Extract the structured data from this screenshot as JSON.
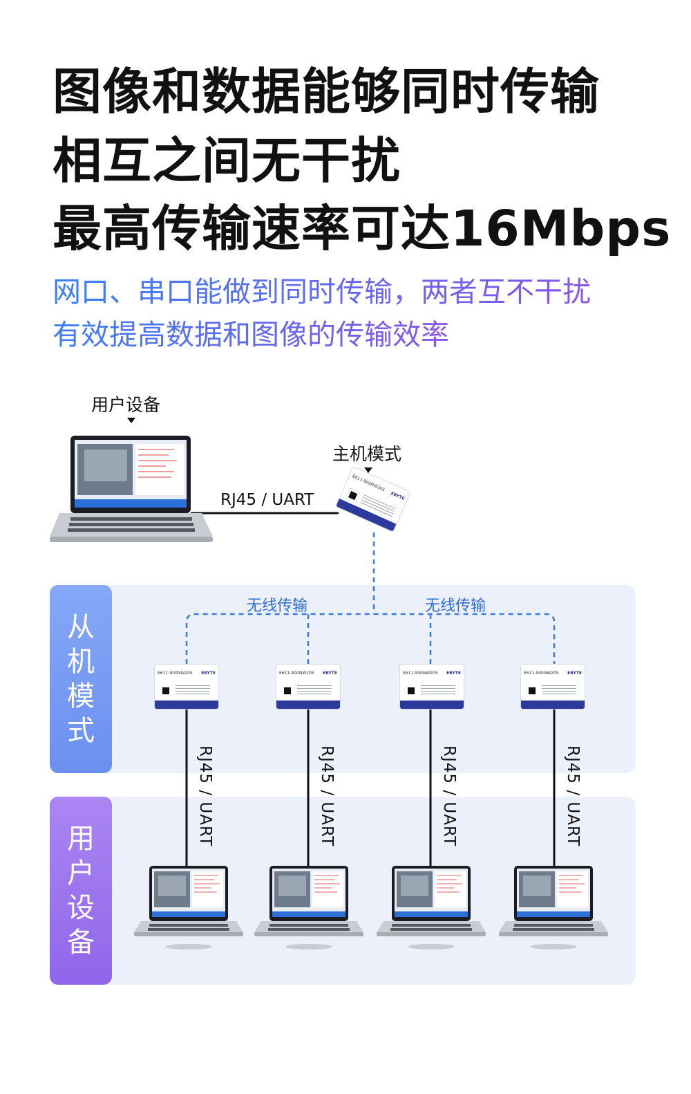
{
  "headline": {
    "line1": "图像和数据能够同时传输",
    "line2": "相互之间无干扰",
    "line3": "最高传输速率可达16Mbps"
  },
  "subhead": {
    "line1": "网口、串口能做到同时传输，两者互不干扰",
    "line2": "有效提高数据和图像的传输效率"
  },
  "diagram": {
    "top_device_label": "用户设备",
    "host_label": "主机模式",
    "host_link_label": "RJ45 / UART",
    "wireless_label_left": "无线传输",
    "wireless_label_right": "无线传输",
    "band_slave_label": "从机模式",
    "band_user_label": "用户设备",
    "module_model": "E611-900NW20S",
    "module_brand": "EBYTE",
    "vertical_link_labels": [
      "RJ45 / UART",
      "RJ45 / UART",
      "RJ45 / UART",
      "RJ45 / UART"
    ]
  },
  "colors": {
    "headline": "#111111",
    "subhead_gradient_start": "#3d7ef7",
    "subhead_gradient_end": "#8a55e8",
    "wireless_dash": "#3a7be0",
    "band_bg": "#ebf0fb",
    "slave_tab_gradient": [
      "#7fa3f5",
      "#6a8ff0"
    ],
    "user_tab_gradient": [
      "#a57ef0",
      "#8e66ea"
    ]
  }
}
